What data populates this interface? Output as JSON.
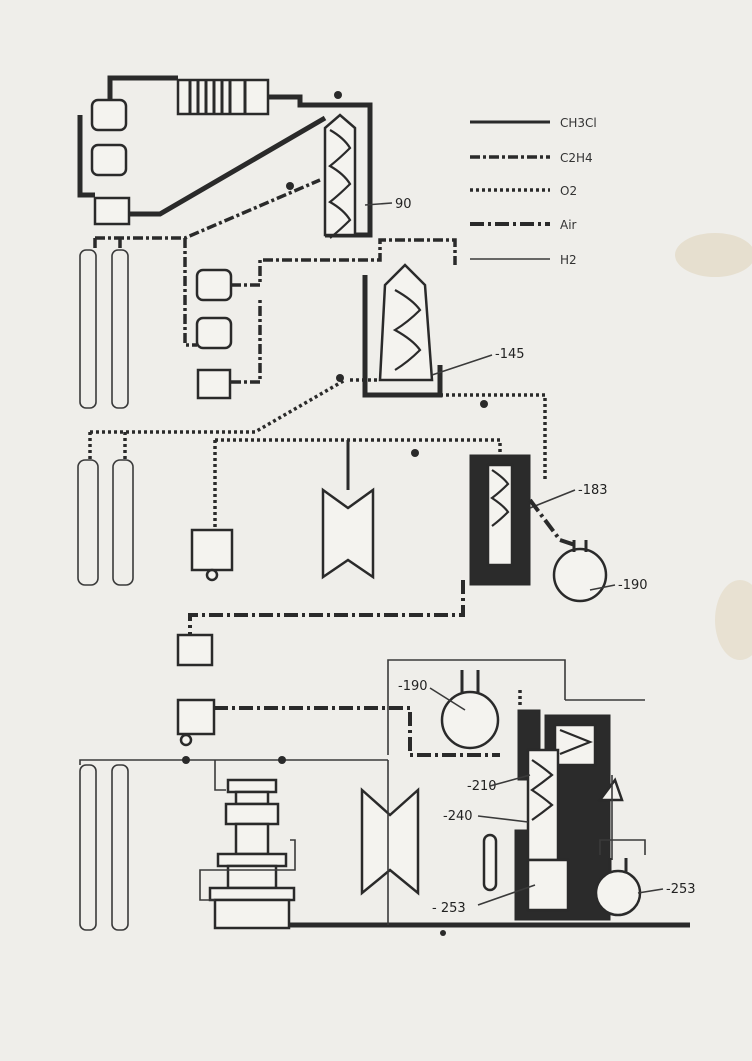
{
  "legend": [
    {
      "key": "ch3cl",
      "text": "CH3Cl"
    },
    {
      "key": "c2h4",
      "text": "C2H4"
    },
    {
      "key": "o2",
      "text": "O2"
    },
    {
      "key": "air",
      "text": "Air"
    },
    {
      "key": "h2",
      "text": "H2"
    }
  ],
  "temperatures": {
    "t90": "90",
    "t145": "-145",
    "t183": "-183",
    "t190a": "-190",
    "t190b": "-190",
    "t210": "-210",
    "t240": "-240",
    "t253a": "- 253",
    "t253b": "-253"
  },
  "colors": {
    "line": "#2a2a2a",
    "paper": "#efeeea",
    "stain": "#e3dccb"
  }
}
